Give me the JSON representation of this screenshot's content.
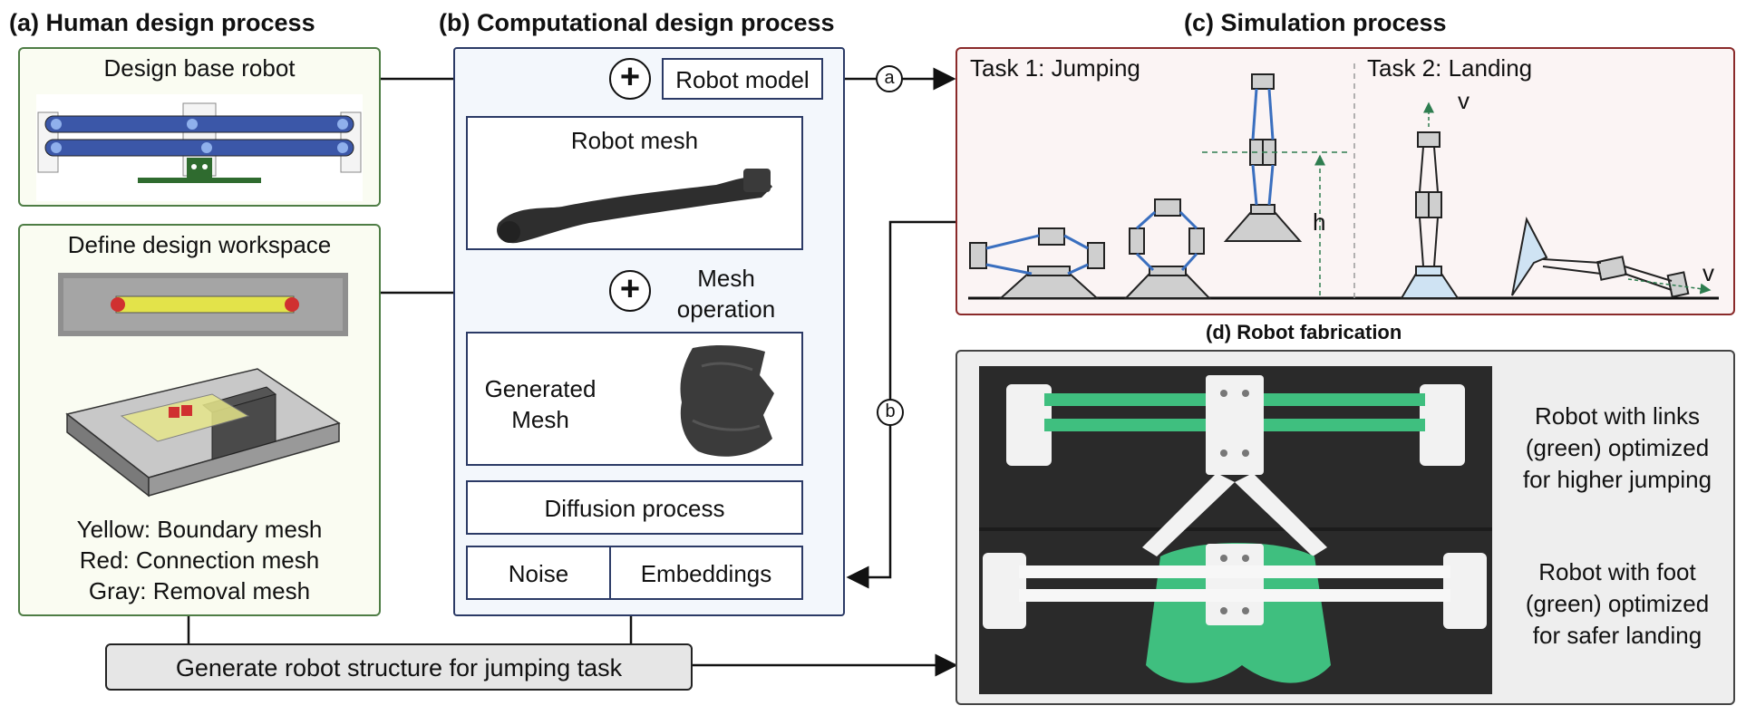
{
  "sections": {
    "a": "(a) Human design process",
    "b": "(b) Computational design process",
    "c": "(c) Simulation process",
    "d": "(d) Robot fabrication"
  },
  "human": {
    "base_robot_label": "Design base robot",
    "workspace_label": "Define design workspace",
    "legend": [
      "Yellow: Boundary mesh",
      "Red: Connection mesh",
      "Gray: Removal mesh"
    ]
  },
  "computational": {
    "robot_model": "Robot model",
    "robot_mesh": "Robot mesh",
    "mesh_operation": [
      "Mesh",
      "operation"
    ],
    "generated_mesh": [
      "Generated",
      "Mesh"
    ],
    "diffusion": "Diffusion process",
    "noise": "Noise",
    "embeddings": "Embeddings",
    "plus_symbol": "+"
  },
  "simulation": {
    "task1": "Task 1: Jumping",
    "task2": "Task 2: Landing",
    "h_label": "h",
    "v_label": "v"
  },
  "connectors": {
    "a": "a",
    "b": "b"
  },
  "fabrication": {
    "caption1": [
      "Robot with links",
      "(green) optimized",
      "for higher jumping"
    ],
    "caption2": [
      "Robot with foot",
      "(green) optimized",
      "for safer landing"
    ]
  },
  "generate_button": "Generate robot structure for jumping task",
  "colors": {
    "human_border": "#4e7d45",
    "comp_border": "#2b3a66",
    "sim_border": "#8a2a2a",
    "link_blue": "#3a6fbf",
    "fab_green": "#3fbf7f"
  }
}
